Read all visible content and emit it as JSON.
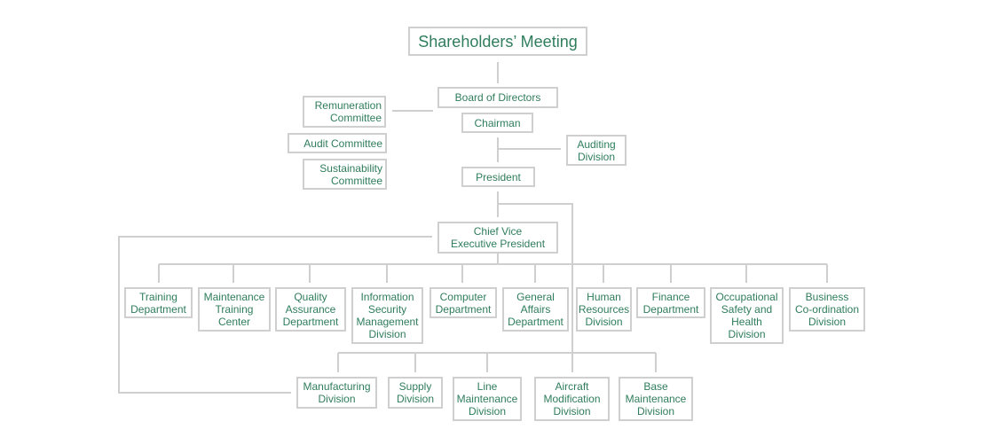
{
  "chart": {
    "top": {
      "shareholders": "Shareholders’ Meeting",
      "board": "Board of Directors",
      "chairman": "Chairman",
      "remuneration": "Remuneration\nCommittee",
      "audit_committee": "Audit Committee",
      "sustainability": "Sustainability\nCommittee",
      "auditing_division": "Auditing\nDivision",
      "president": "President",
      "cvep": "Chief Vice\nExecutive  President"
    },
    "row1": [
      "Training\nDepartment",
      "Maintenance\nTraining\nCenter",
      "Quality\nAssurance\nDepartment",
      "Information\nSecurity\nManagement\nDivision",
      "Computer\nDepartment",
      "General\nAffairs\nDepartment",
      "Human\nResources\nDivision",
      "Finance\nDepartment",
      "Occupational\nSafety and\nHealth\nDivision",
      "Business\nCo-ordination\nDivision"
    ],
    "row2": [
      "Manufacturing\nDivision",
      "Supply\nDivision",
      "Line\nMaintenance\nDivision",
      "Aircraft\nModification\nDivision",
      "Base\nMaintenance\nDivision"
    ]
  },
  "colors": {
    "text": "#2f7d5c",
    "line": "#cfcfcf"
  }
}
